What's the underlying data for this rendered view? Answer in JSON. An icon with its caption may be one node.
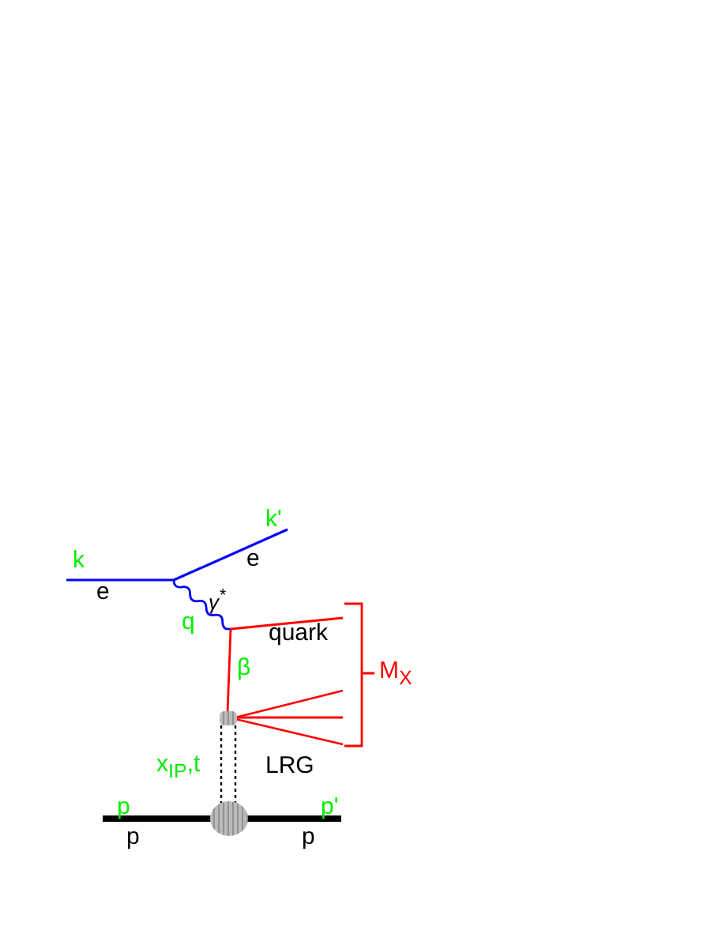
{
  "diagram": {
    "labels": [
      "k'",
      "k",
      "e",
      "e",
      "γ$^{*}$",
      "q",
      "quark",
      "β",
      "M$_{X}$",
      "x$_{IP}$,t",
      "LRG",
      "p",
      "p'",
      "p",
      "p"
    ]
  }
}
